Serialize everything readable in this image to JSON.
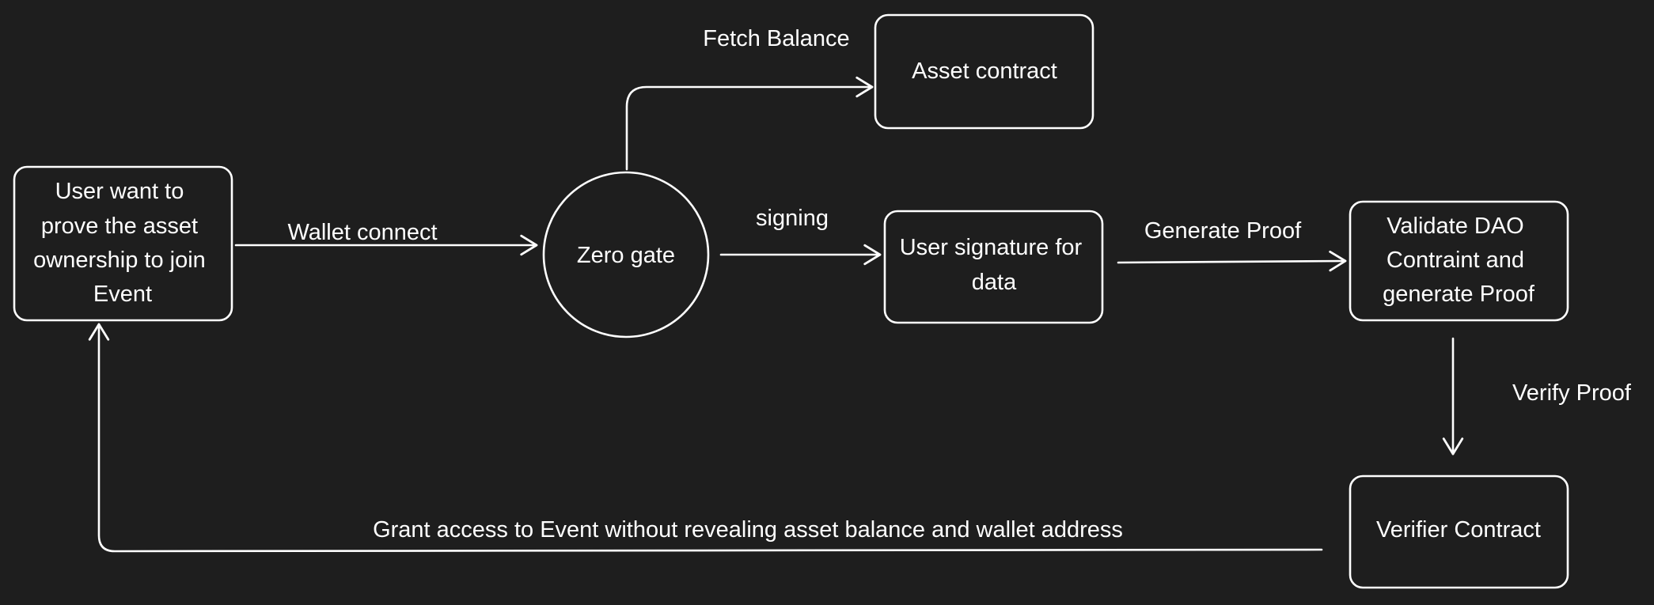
{
  "diagram": {
    "background_color": "#1e1e1e",
    "stroke_color": "#ffffff",
    "nodes": {
      "user": {
        "lines": [
          "User want to",
          "prove the asset",
          "ownership to join",
          "Event"
        ]
      },
      "zero_gate": {
        "lines": [
          "Zero gate"
        ]
      },
      "asset_contract": {
        "lines": [
          "Asset contract"
        ]
      },
      "user_signature": {
        "lines": [
          "User signature for",
          "data"
        ]
      },
      "validate_dao": {
        "lines": [
          "Validate DAO",
          "Contraint and",
          "generate Proof"
        ]
      },
      "verifier_contract": {
        "lines": [
          "Verifier Contract"
        ]
      }
    },
    "edges": {
      "wallet_connect": "Wallet connect",
      "fetch_balance": "Fetch Balance",
      "signing": "signing",
      "generate_proof": "Generate Proof",
      "verify_proof": "Verify Proof",
      "grant_access": "Grant access to Event without revealing asset balance and wallet address"
    }
  }
}
